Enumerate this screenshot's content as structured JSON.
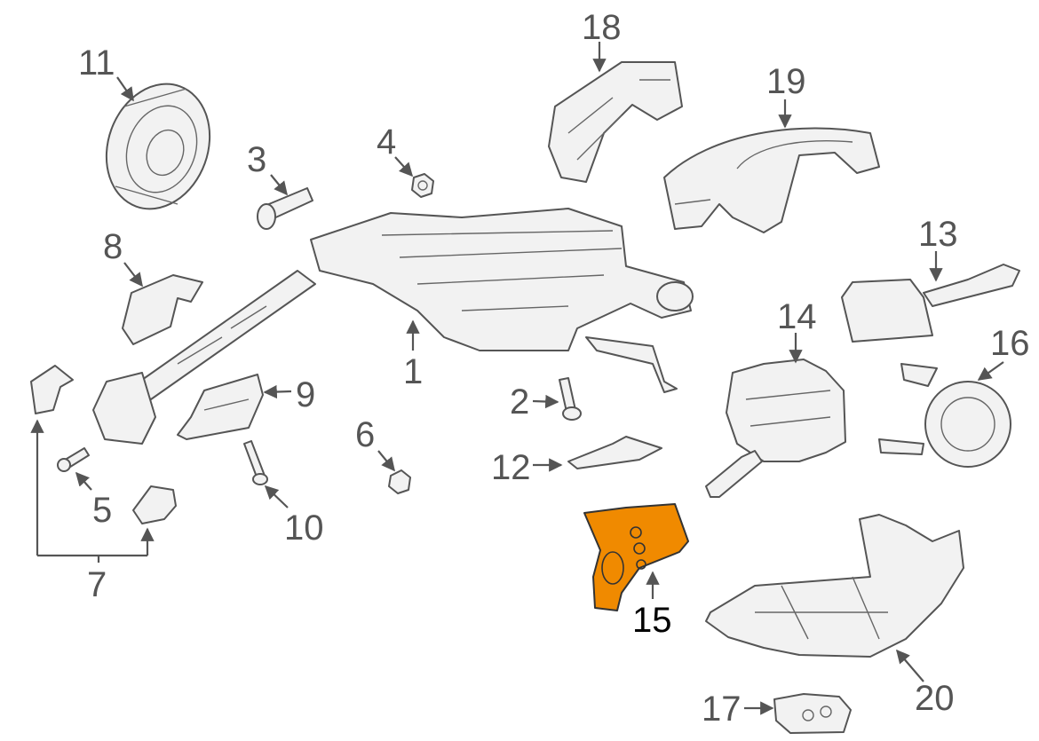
{
  "colors": {
    "line": "#555555",
    "part_fill": "#f2f2f2",
    "highlight": "#f08a00",
    "highlight_label": "#000000"
  },
  "highlighted_part": "15",
  "callouts": {
    "c1": "1",
    "c2": "2",
    "c3": "3",
    "c4": "4",
    "c5": "5",
    "c6": "6",
    "c7": "7",
    "c8": "8",
    "c9": "9",
    "c10": "10",
    "c11": "11",
    "c12": "12",
    "c13": "13",
    "c14": "14",
    "c15": "15",
    "c16": "16",
    "c17": "17",
    "c18": "18",
    "c19": "19",
    "c20": "20"
  }
}
